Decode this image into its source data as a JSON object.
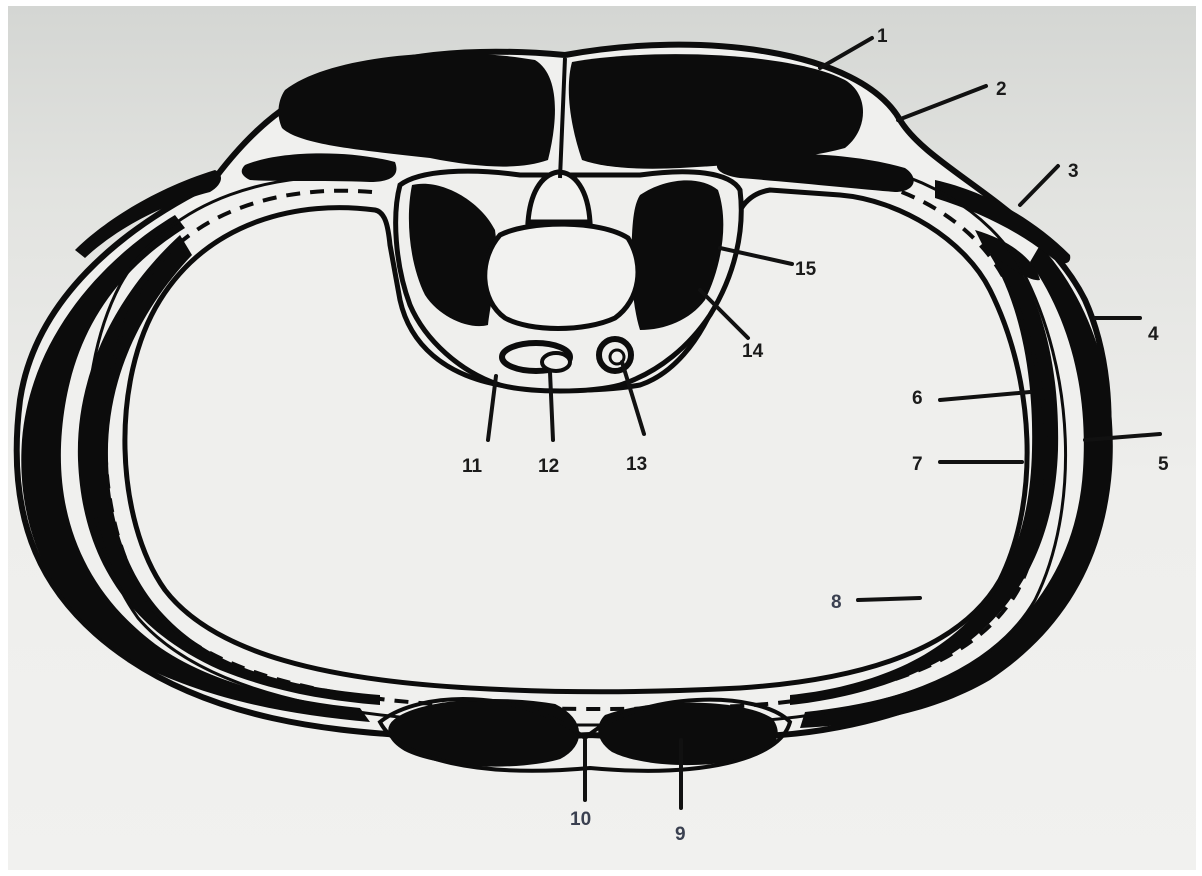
{
  "diagram": {
    "colors": {
      "ink": "#0c0c0c",
      "paper": "#eeeeec",
      "body_fill": "#f0f0ee"
    },
    "labels": [
      {
        "id": "1",
        "text": "1"
      },
      {
        "id": "2",
        "text": "2"
      },
      {
        "id": "3",
        "text": "3"
      },
      {
        "id": "4",
        "text": "4"
      },
      {
        "id": "5",
        "text": "5"
      },
      {
        "id": "6",
        "text": "6"
      },
      {
        "id": "7",
        "text": "7"
      },
      {
        "id": "8",
        "text": "8"
      },
      {
        "id": "9",
        "text": "9"
      },
      {
        "id": "10",
        "text": "10"
      },
      {
        "id": "11",
        "text": "11"
      },
      {
        "id": "12",
        "text": "12"
      },
      {
        "id": "13",
        "text": "13"
      },
      {
        "id": "14",
        "text": "14"
      },
      {
        "id": "15",
        "text": "15"
      }
    ]
  }
}
